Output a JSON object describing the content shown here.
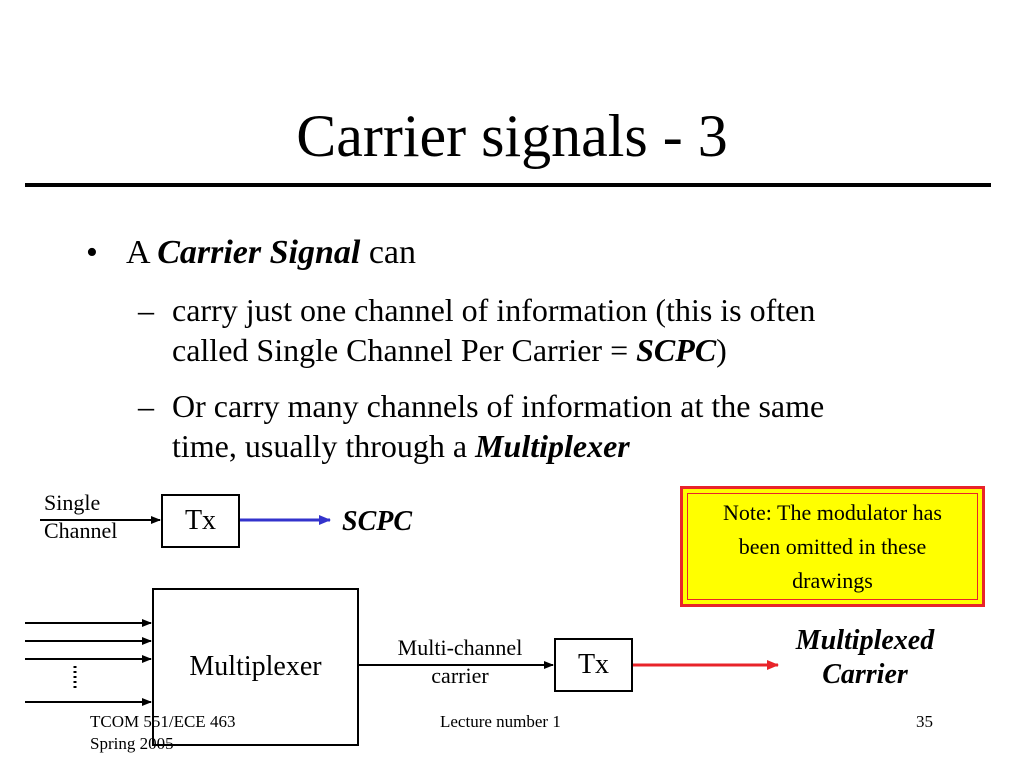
{
  "slide": {
    "title": "Carrier signals - 3",
    "bullet": {
      "marker": "•",
      "prefix": "A",
      "emphasis": "Carrier Signal",
      "suffix": "can"
    },
    "sub_items": [
      {
        "marker": "–",
        "line1": "carry just one channel of information (this is often",
        "line2_prefix": "called Single Channel Per Carrier = ",
        "line2_emphasis": "SCPC",
        "line2_suffix": ")"
      },
      {
        "marker": "–",
        "line1": "Or carry many channels of information at the same",
        "line2_prefix": "time, usually through a ",
        "line2_emphasis": "Multiplexer"
      }
    ]
  },
  "diagram": {
    "single_channel_line1": "Single",
    "single_channel_line2": "Channel",
    "tx1": "Tx",
    "scpc_label": "SCPC",
    "multiplexer": "Multiplexer",
    "multichannel_line1": "Multi-channel",
    "multichannel_line2": "carrier",
    "tx2": "Tx",
    "multiplexed_line1": "Multiplexed",
    "multiplexed_line2": "Carrier",
    "note": "Note: The modulator has been omitted in these drawings",
    "colors": {
      "scpc_arrow": "#3333cc",
      "carrier_arrow": "#e8242a",
      "note_fill": "#ffff00",
      "note_border": "#e8242a"
    }
  },
  "footer": {
    "course_line1": "TCOM 551/ECE 463",
    "course_line2": "Spring 2005",
    "lecture": "Lecture number 1",
    "page": "35"
  }
}
